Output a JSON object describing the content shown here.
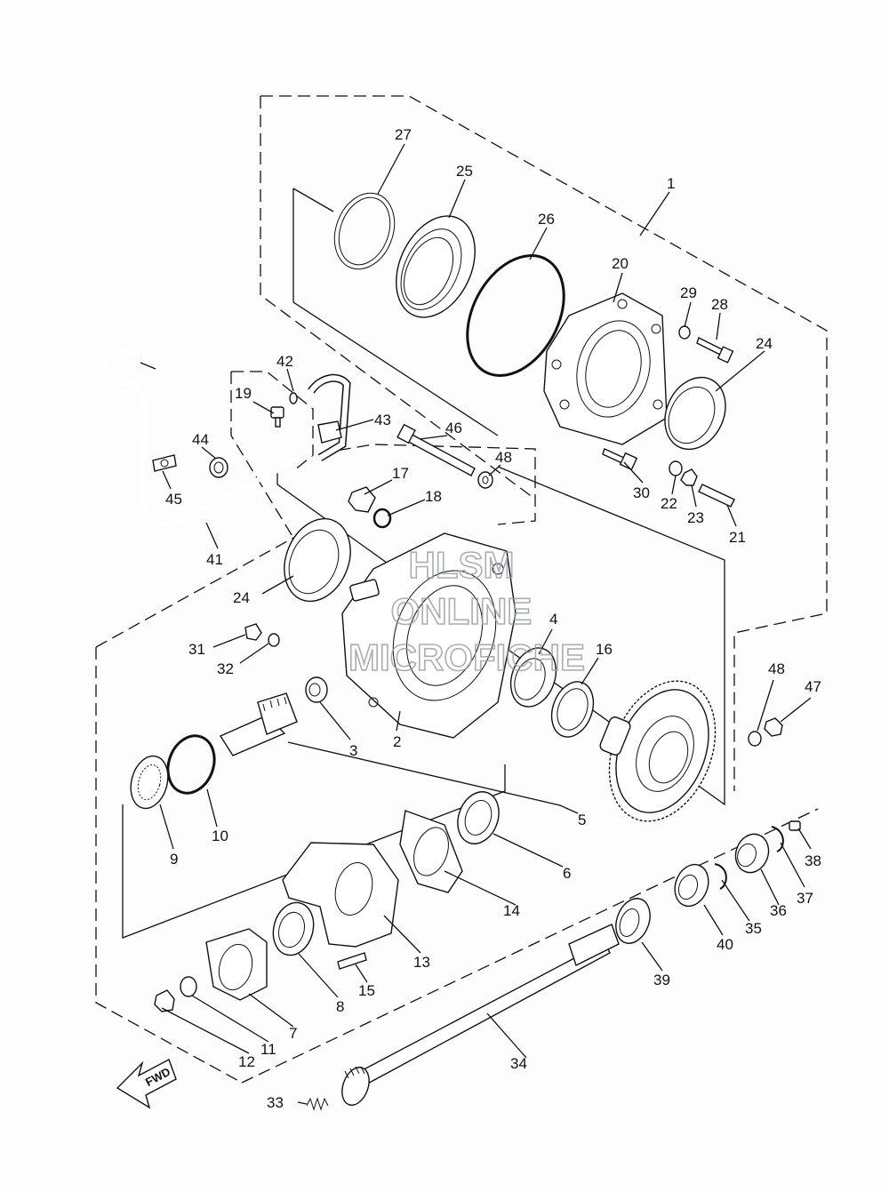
{
  "watermark": {
    "line1": "HLSM",
    "line2": "ONLINE",
    "line3": "MICROFICHE"
  },
  "arrow": {
    "label": "FWD"
  },
  "callouts": [
    {
      "num": "1"
    },
    {
      "num": "2"
    },
    {
      "num": "3"
    },
    {
      "num": "4"
    },
    {
      "num": "5"
    },
    {
      "num": "6"
    },
    {
      "num": "7"
    },
    {
      "num": "8"
    },
    {
      "num": "9"
    },
    {
      "num": "10"
    },
    {
      "num": "11"
    },
    {
      "num": "12"
    },
    {
      "num": "13"
    },
    {
      "num": "14"
    },
    {
      "num": "15"
    },
    {
      "num": "16"
    },
    {
      "num": "17"
    },
    {
      "num": "18"
    },
    {
      "num": "19"
    },
    {
      "num": "20"
    },
    {
      "num": "21"
    },
    {
      "num": "22"
    },
    {
      "num": "23"
    },
    {
      "num": "24"
    },
    {
      "num": "24"
    },
    {
      "num": "25"
    },
    {
      "num": "26"
    },
    {
      "num": "27"
    },
    {
      "num": "28"
    },
    {
      "num": "29"
    },
    {
      "num": "30"
    },
    {
      "num": "31"
    },
    {
      "num": "32"
    },
    {
      "num": "33"
    },
    {
      "num": "34"
    },
    {
      "num": "35"
    },
    {
      "num": "36"
    },
    {
      "num": "37"
    },
    {
      "num": "38"
    },
    {
      "num": "39"
    },
    {
      "num": "40"
    },
    {
      "num": "41"
    },
    {
      "num": "42"
    },
    {
      "num": "43"
    },
    {
      "num": "44"
    },
    {
      "num": "45"
    },
    {
      "num": "46"
    },
    {
      "num": "47"
    },
    {
      "num": "48"
    },
    {
      "num": "48"
    }
  ]
}
